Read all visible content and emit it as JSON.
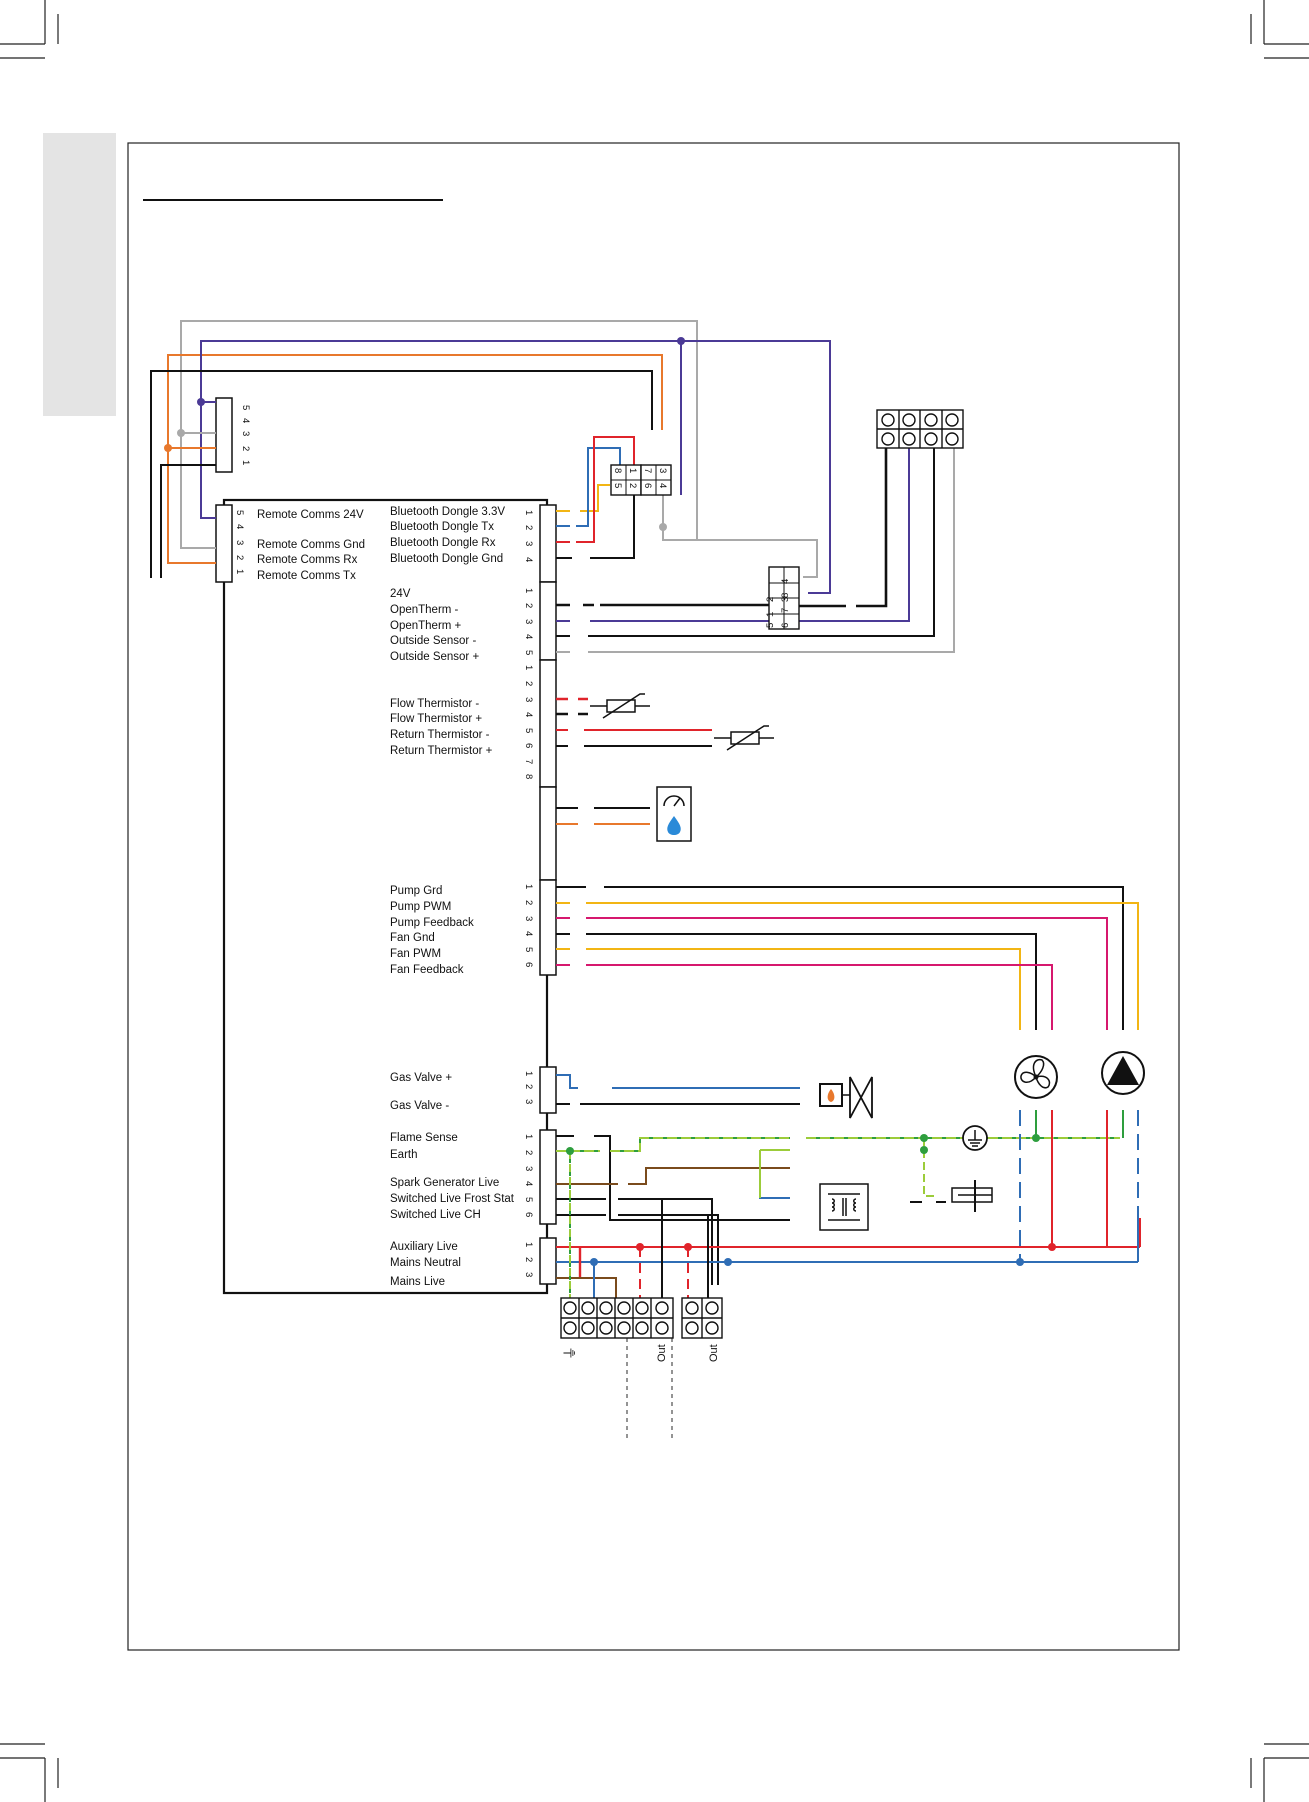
{
  "pcb": {
    "left_labels": [
      "Remote Comms 24V",
      "Remote Comms Gnd",
      "Remote Comms Rx",
      "Remote Comms Tx"
    ],
    "right_labels": [
      "Bluetooth Dongle 3.3V",
      "Bluetooth Dongle Tx",
      "Bluetooth Dongle Rx",
      "Bluetooth Dongle Gnd",
      "24V",
      "OpenTherm -",
      "OpenTherm +",
      "Outside Sensor -",
      "Outside Sensor +",
      "Flow Thermistor -",
      "Flow Thermistor +",
      "Return Thermistor -",
      "Return Thermistor +",
      "Pump Grd",
      "Pump PWM",
      "Pump Feedback",
      "Fan Gnd",
      "Fan PWM",
      "Fan Feedback",
      "Gas Valve +",
      "Gas Valve -",
      "Flame Sense",
      "Earth",
      "Spark Generator Live",
      "Switched Live Frost Stat",
      "Switched Live CH",
      "Auxiliary Live",
      "Mains Neutral",
      "Mains Live"
    ]
  },
  "connector_pins": {
    "remote_top": [
      "5",
      "4",
      "3",
      "2",
      "1"
    ],
    "remote_pcb": [
      "5",
      "4",
      "3",
      "2",
      "1"
    ],
    "bluetooth": [
      "1",
      "2",
      "3",
      "4"
    ],
    "opentherm": [
      "1",
      "2",
      "3",
      "4",
      "5"
    ],
    "thermistor": [
      "1",
      "2",
      "3",
      "4",
      "5",
      "6",
      "7",
      "8"
    ],
    "pump_fan": [
      "1",
      "2",
      "3",
      "4",
      "5",
      "6"
    ],
    "gas_valve": [
      "1",
      "2",
      "3"
    ],
    "flame": [
      "1",
      "2",
      "3",
      "4",
      "5",
      "6"
    ],
    "mains": [
      "1",
      "2",
      "3"
    ],
    "dongle_block": [
      "1",
      "2",
      "3",
      "4",
      "5",
      "6",
      "7",
      "8"
    ],
    "ot_block": [
      "1",
      "2",
      "3",
      "4",
      "5",
      "6",
      "7",
      "8"
    ]
  },
  "terminal_labels": {
    "earth_symbol": "⏚",
    "out_1": "Out",
    "out_2": "Out"
  },
  "wire_colors": {
    "black": "#111111",
    "red": "#e0242b",
    "blue": "#2f6db5",
    "purple": "#4b3a96",
    "grey": "#a9a9a9",
    "orange": "#e8782c",
    "yellow": "#f2b514",
    "magenta": "#d6186e",
    "brown": "#7a4b1c",
    "green": "#2e9e3e",
    "green_yellow": "#9ccc3a",
    "water": "#2a8ad8"
  }
}
